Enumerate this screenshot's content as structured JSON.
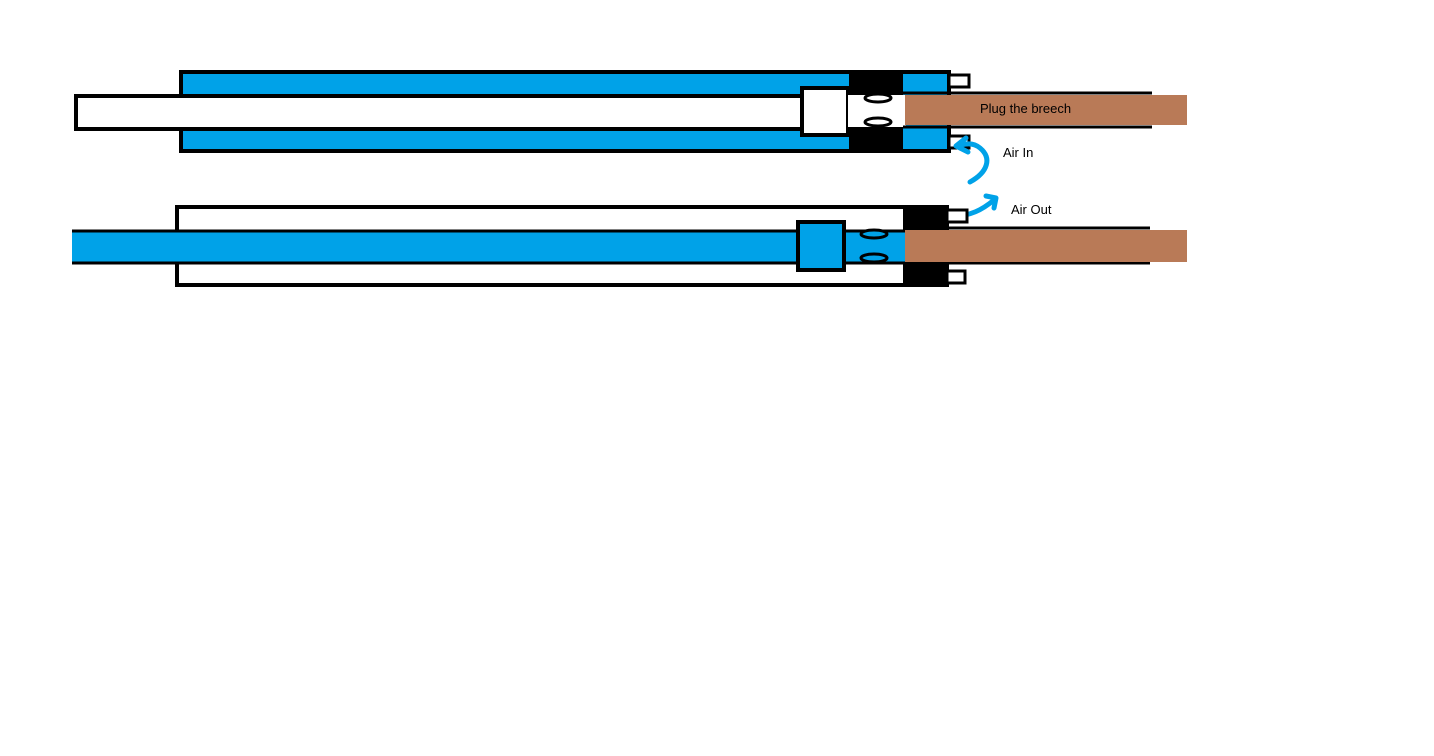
{
  "labels": {
    "plug": "Plug the breech",
    "air_in": "Air In",
    "air_out": "Air Out"
  },
  "colors": {
    "air": "#00a2e8",
    "plug": "#b97a57",
    "line": "#000000",
    "background": "#ffffff"
  }
}
